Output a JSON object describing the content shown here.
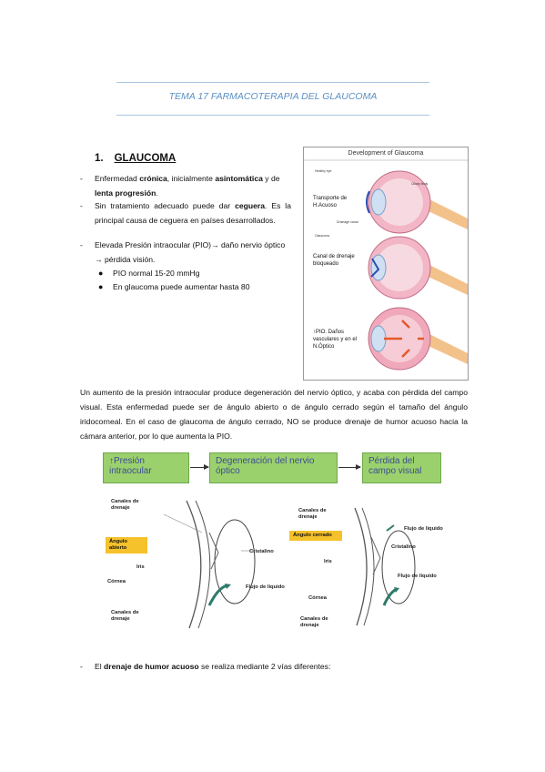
{
  "header": {
    "title": "TEMA 17 FARMACOTERAPIA DEL GLAUCOMA"
  },
  "section": {
    "number": "1.",
    "title": "GLAUCOMA"
  },
  "bullets": [
    {
      "parts": [
        "Enfermedad ",
        "crónica",
        ", inicialmente ",
        "asintomática",
        " y de ",
        "lenta progresión",
        "."
      ]
    },
    {
      "parts": [
        "Sin tratamiento adecuado puede dar ",
        "ceguera",
        ". Es la principal causa de ceguera en países desarrollados."
      ]
    },
    {
      "parts": [
        "Elevada Presión intraocular (PIO)→ daño nervio óptico → pérdida visión."
      ]
    }
  ],
  "subbullets": [
    "PIO normal 15-20 mmHg",
    "En glaucoma puede aumentar hasta 80"
  ],
  "eye_figure": {
    "title": "Development of Glaucoma",
    "small_labels": [
      "Healthy eye",
      "Glaucoma",
      "Drainage canal",
      "Ciliary body"
    ],
    "labels": [
      "Transporte de H.Acuoso",
      "Canal de drenaje bloqueado",
      "↑PIO. Daños vasculares y en el N.Óptico"
    ]
  },
  "paragraph": "Un aumento de la presión intraocular produce degeneración del nervio óptico, y acaba con pérdida del campo visual. Esta enfermedad puede ser de ángulo abierto o de ángulo cerrado según el tamaño del ángulo iridocorneal. En el caso de glaucoma de ángulo cerrado, NO se produce drenaje de humor acuoso hacia la cámara anterior, por lo que aumenta la PIO.",
  "flow": [
    "↑Presión intraocular",
    "Degeneración del nervio óptico",
    "Pérdida del campo visual"
  ],
  "diagram_left": {
    "labels": [
      "Canales de drenaje",
      "Ángulo abierto",
      "Iris",
      "Córnea",
      "Canales de drenaje",
      "Cristalino",
      "Flujo de líquido"
    ]
  },
  "diagram_right": {
    "labels": [
      "Canales de drenaje",
      "Ángulo cerrado",
      "Iris",
      "Córnea",
      "Canales de drenaje",
      "Flujo de líquido",
      "Cristalino",
      "Flujo de líquido"
    ]
  },
  "last_bullet": {
    "parts": [
      "El ",
      "drenaje de humor acuoso",
      " se realiza mediante 2 vías diferentes:"
    ]
  },
  "colors": {
    "accent": "#5b8fc4",
    "flow_box": "#9bd16d",
    "highlight": "#f6c22b"
  }
}
